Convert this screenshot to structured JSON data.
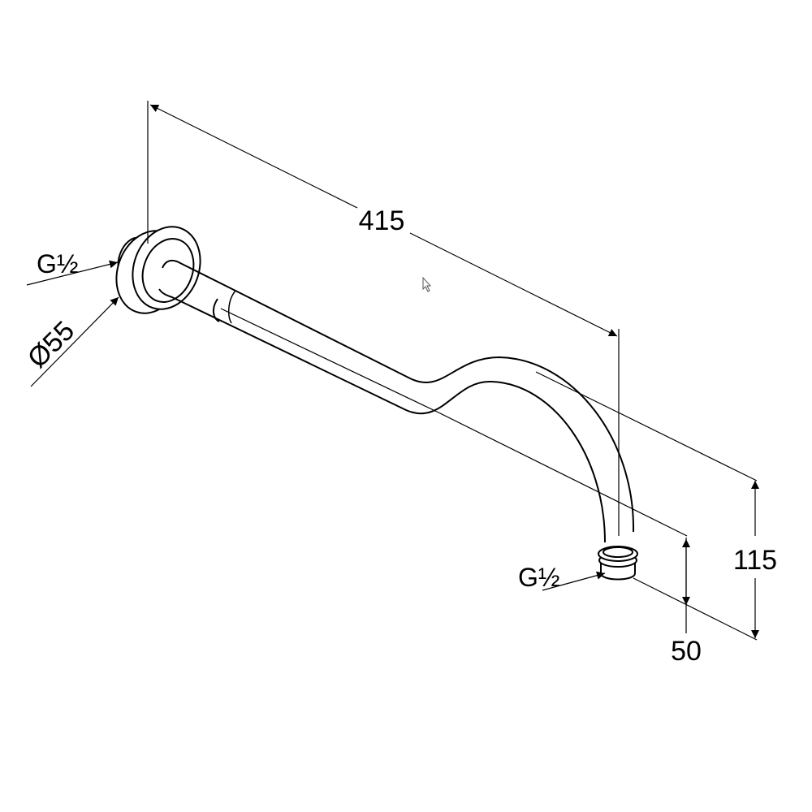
{
  "drawing": {
    "dimensions": {
      "length": "415",
      "height_total": "115",
      "height_outlet": "50",
      "flange_diameter": "Ø55",
      "thread_inlet": "G½",
      "thread_outlet": "G½"
    },
    "colors": {
      "line": "#000000",
      "background": "#ffffff"
    }
  }
}
